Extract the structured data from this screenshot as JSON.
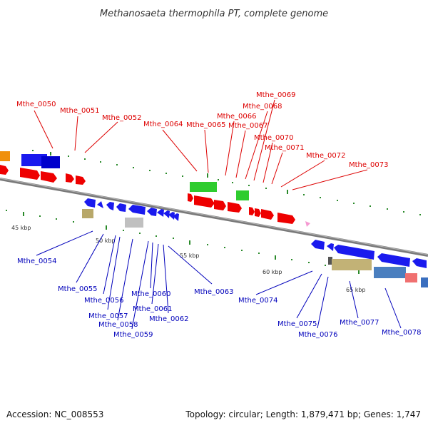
{
  "title": "Methanosaeta thermophila PT, complete genome",
  "accession": "Accession: NC_008553",
  "summary": "Topology: circular; Length: 1,879,471 bp; Genes: 1,747",
  "colors": {
    "backbone": "#808080",
    "forward_label": "#dd0000",
    "reverse_label": "#0000bb",
    "tick": "#2a8a2a"
  },
  "scale_labels": [
    "45 kbp",
    "50 kbp",
    "55 kbp",
    "60 kbp",
    "65 kbp"
  ],
  "forward_labels": [
    "Mthe_0050",
    "Mthe_0051",
    "Mthe_0052",
    "Mthe_0064",
    "Mthe_0065",
    "Mthe_0066",
    "Mthe_0067",
    "Mthe_0068",
    "Mthe_0069",
    "Mthe_0070",
    "Mthe_0071",
    "Mthe_0072",
    "Mthe_0073"
  ],
  "reverse_labels": [
    "Mthe_0054",
    "Mthe_0055",
    "Mthe_0056",
    "Mthe_0057",
    "Mthe_0058",
    "Mthe_0059",
    "Mthe_0060",
    "Mthe_0061",
    "Mthe_0062",
    "Mthe_0063",
    "Mthe_0074",
    "Mthe_0075",
    "Mthe_0076",
    "Mthe_0077",
    "Mthe_0078"
  ]
}
